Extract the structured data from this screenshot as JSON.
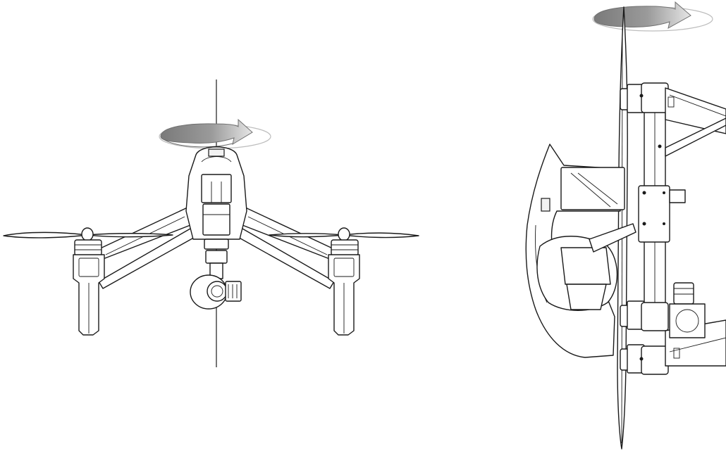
{
  "figure": {
    "views": [
      "front-view",
      "side-view"
    ],
    "rotation_indicator": {
      "direction": "clockwise",
      "fill": "#8a8a8a",
      "highlight": "#dcdcdc"
    },
    "line_color": "#1a1a1a",
    "background": "#ffffff"
  }
}
